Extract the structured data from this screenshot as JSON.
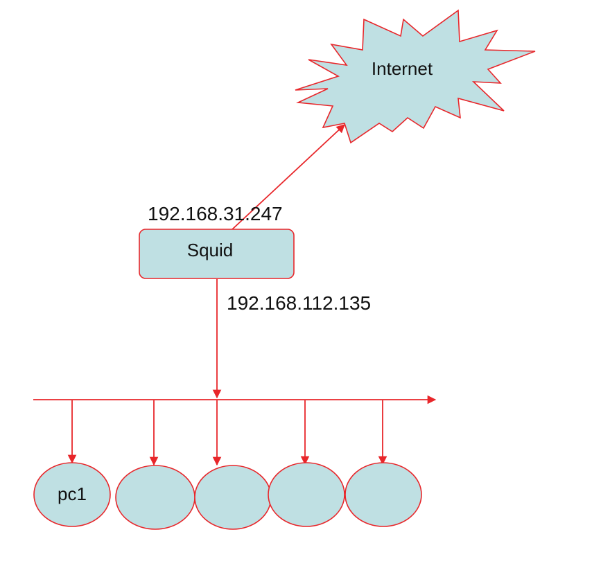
{
  "colors": {
    "shape_fill": "#bfe0e3",
    "line": "#e8262a",
    "text": "#111111"
  },
  "internet": {
    "label": "Internet",
    "shape": "starburst-cloud"
  },
  "proxy": {
    "label": "Squid",
    "external_ip": "192.168.31.247",
    "internal_ip": "192.168.112.135"
  },
  "clients": [
    {
      "label": "pc1"
    },
    {
      "label": ""
    },
    {
      "label": ""
    },
    {
      "label": ""
    },
    {
      "label": ""
    }
  ]
}
